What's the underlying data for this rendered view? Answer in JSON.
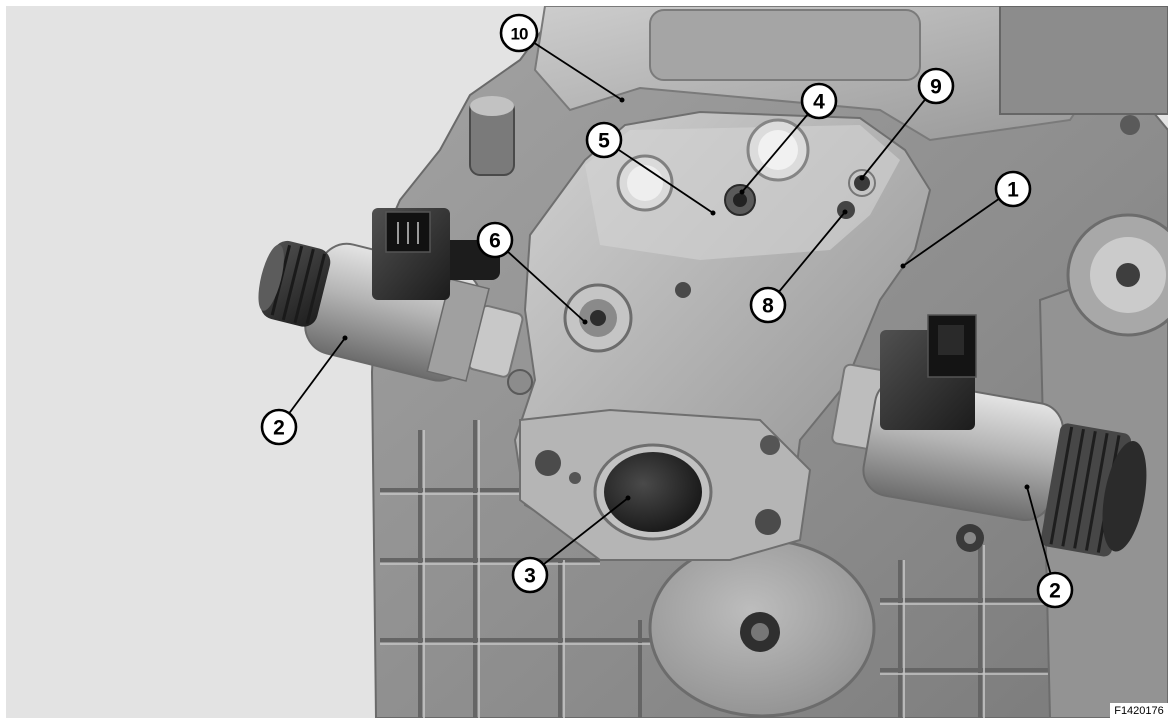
{
  "figure": {
    "code": "F1420176"
  },
  "callouts": [
    "10",
    "4",
    "9",
    "5",
    "1",
    "6",
    "8",
    "2",
    "3",
    "2"
  ]
}
